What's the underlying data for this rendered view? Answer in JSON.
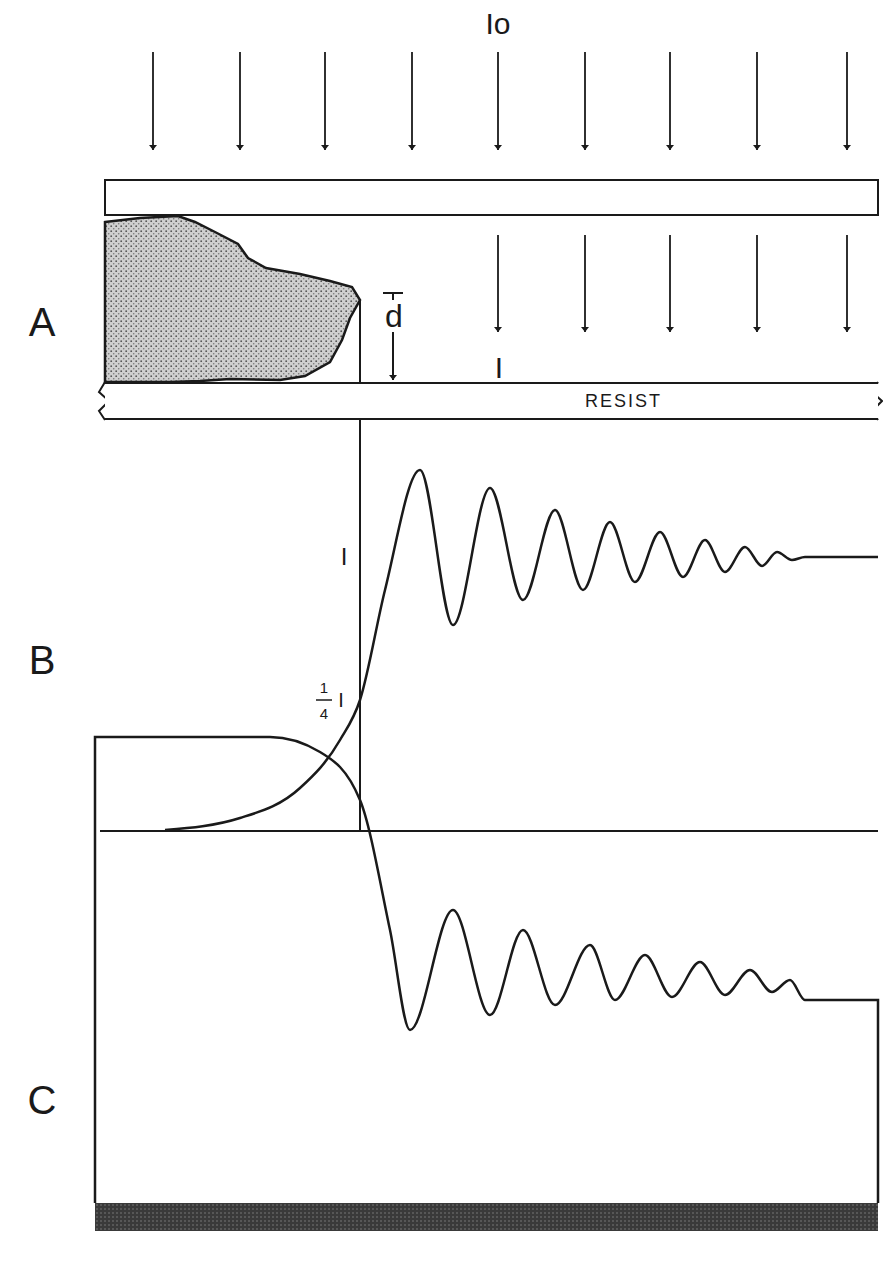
{
  "diagram": {
    "nodes": [
      {
        "text": [
          "RESIST"
        ]
      }
    ],
    "labels": [
      "Io",
      "A",
      "d",
      "I",
      "B",
      "I",
      "1",
      "4",
      "I",
      "C"
    ]
  }
}
